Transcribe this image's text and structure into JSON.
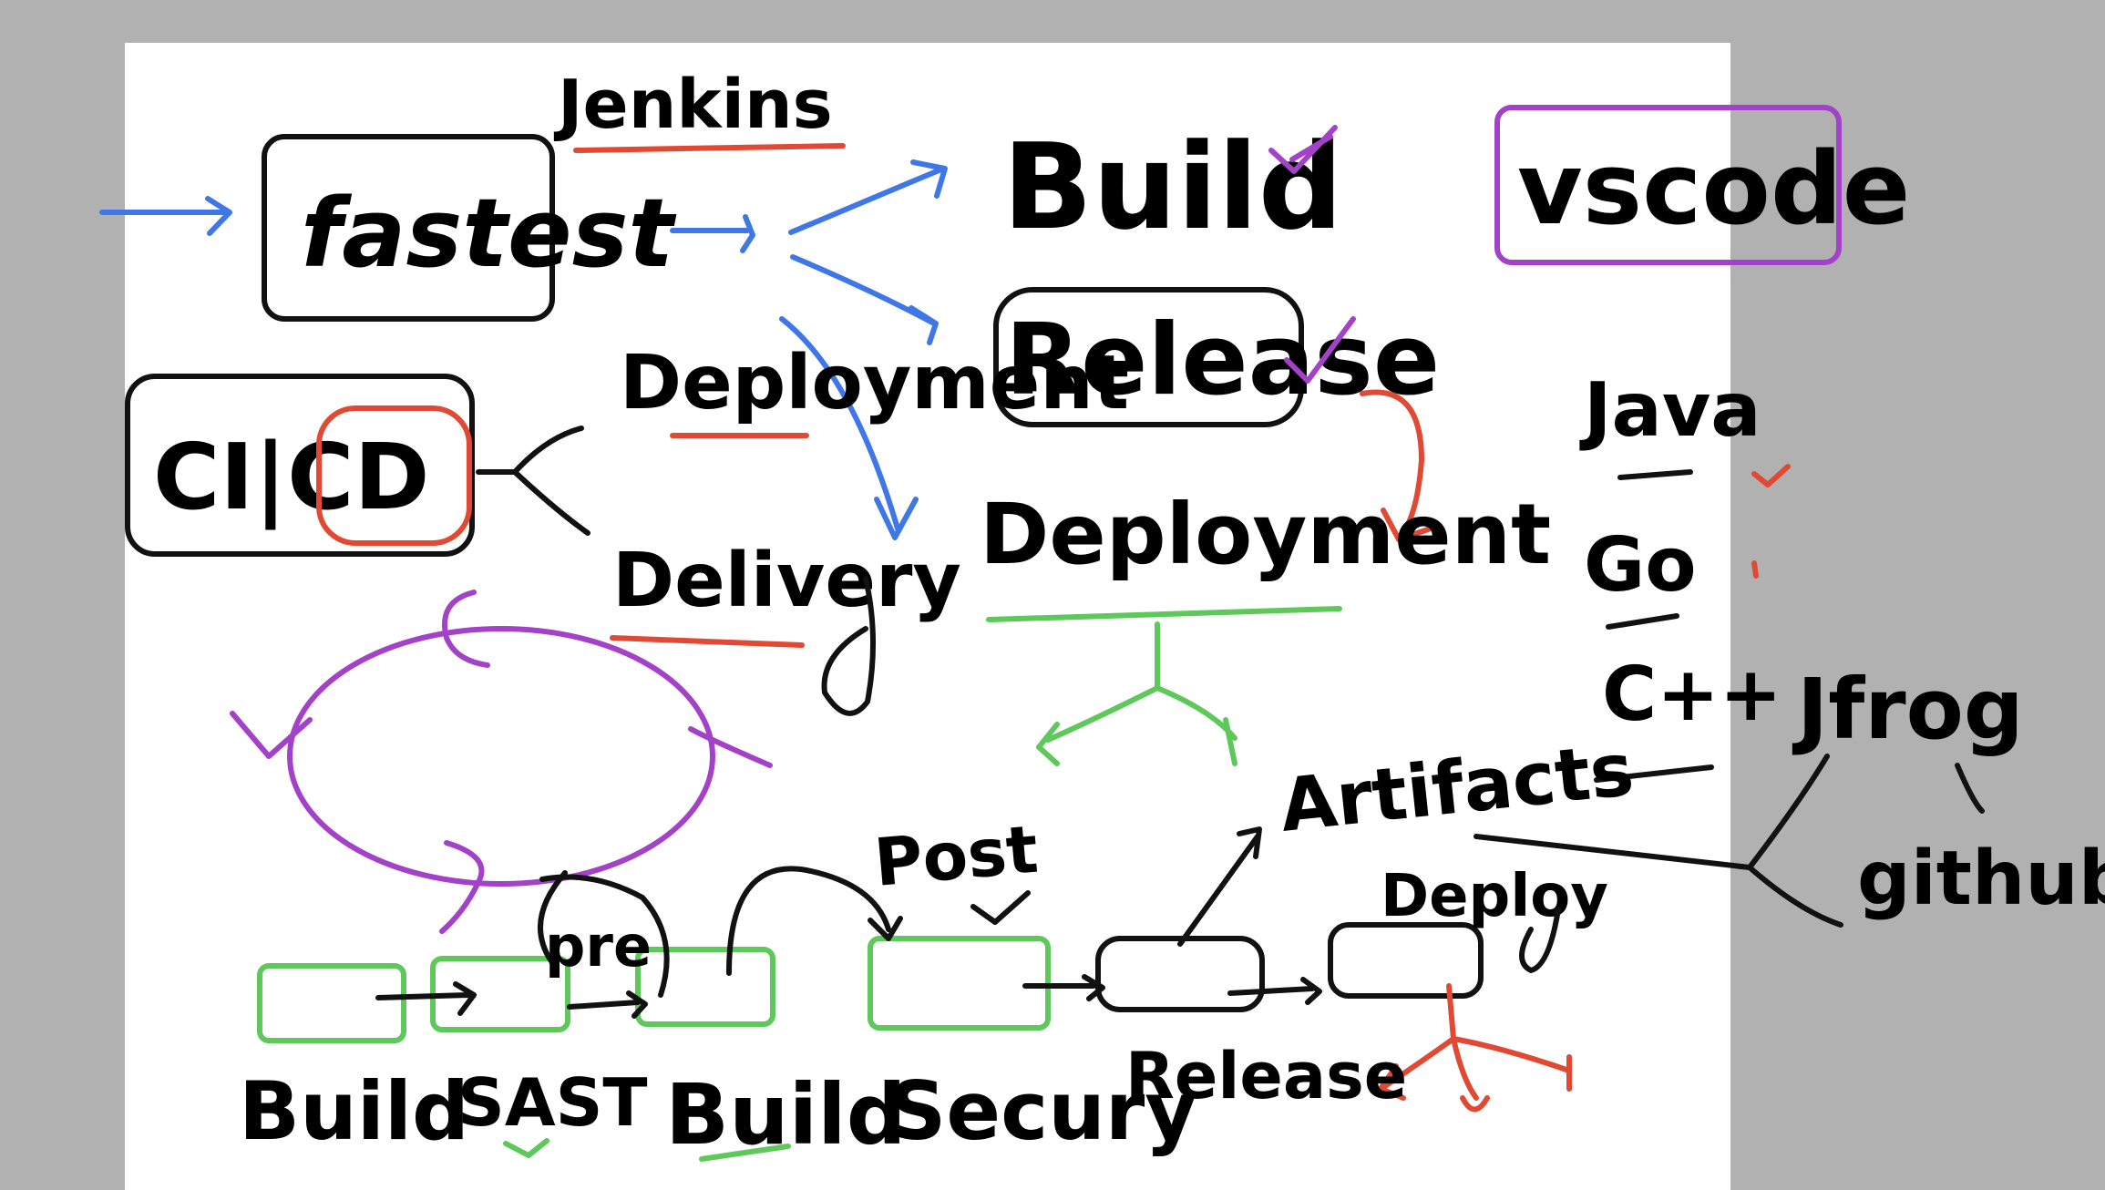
{
  "colors": {
    "blue": "#3f78e6",
    "red": "#e04a35",
    "black": "#111111",
    "purple": "#a341c9",
    "green": "#5ec85a",
    "board": "#ffffff",
    "margin": "#b1b1b1"
  },
  "labels": {
    "jenkins": "Jenkins",
    "fastest": "fastest",
    "build": "Build",
    "vscode": "vscode",
    "release": "Release",
    "deployment_black": "Deployment",
    "deployment_blue": "Deployment",
    "ci_cd": "CI|CD",
    "delivery": "Delivery",
    "java": "Java",
    "go": "Go",
    "cpp": "C++",
    "jfrog": "Jfrog",
    "github": "github",
    "artifacts": "Artifacts",
    "post": "Post",
    "pre": "pre",
    "deploy": "Deploy",
    "release_bottom": "Release",
    "build_1": "Build",
    "sast": "SAST",
    "build_2": "Build",
    "security": "Secury"
  },
  "marks": {
    "build_check": "check-icon",
    "release_check": "check-icon",
    "java_check": "check-icon",
    "post_check": "check-icon"
  }
}
